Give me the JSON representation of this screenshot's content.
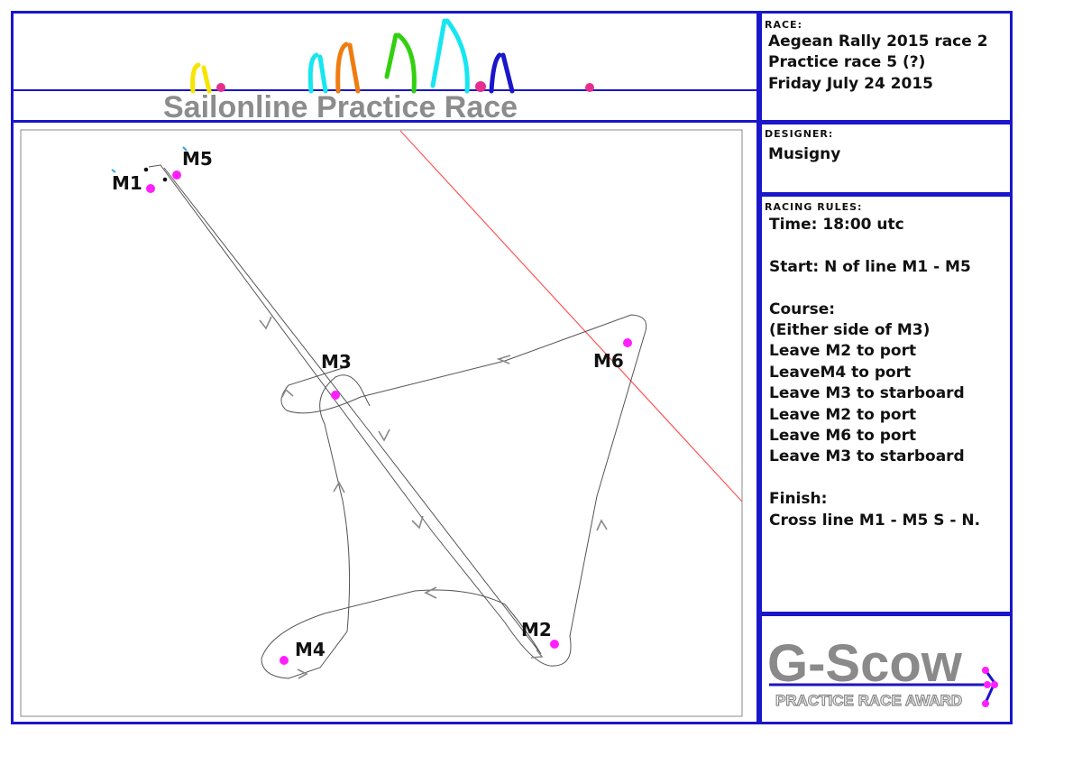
{
  "banner": {
    "title": "Sailonline Practice Race"
  },
  "race": {
    "label": "RACE:",
    "lines": "Aegean Rally 2015 race 2\nPractice race 5 (?)\nFriday July 24 2015"
  },
  "designer": {
    "label": "DESIGNER:",
    "name": "Musigny"
  },
  "rules": {
    "label": "RACING RULES:",
    "text": "Time: 18:00 utc\n\nStart: N of line M1 - M5\n\nCourse:\n(Either side of M3)\nLeave M2 to port\nLeaveM4 to port\nLeave M3 to starboard\nLeave M2 to port\nLeave M6 to port\nLeave M3 to starboard\n\nFinish:\nCross line M1 - M5 S - N."
  },
  "award": {
    "main": "G-Scow",
    "sub": "PRACTICE RACE AWARD"
  },
  "marks": [
    {
      "id": "M1",
      "label": "M1"
    },
    {
      "id": "M5",
      "label": "M5"
    },
    {
      "id": "M3",
      "label": "M3"
    },
    {
      "id": "M6",
      "label": "M6"
    },
    {
      "id": "M2",
      "label": "M2"
    },
    {
      "id": "M4",
      "label": "M4"
    }
  ],
  "colors": {
    "frame": "#1a16c9",
    "mark": "#ff1fff",
    "course_line": "#555555",
    "boundary_line": "#ff5555"
  }
}
